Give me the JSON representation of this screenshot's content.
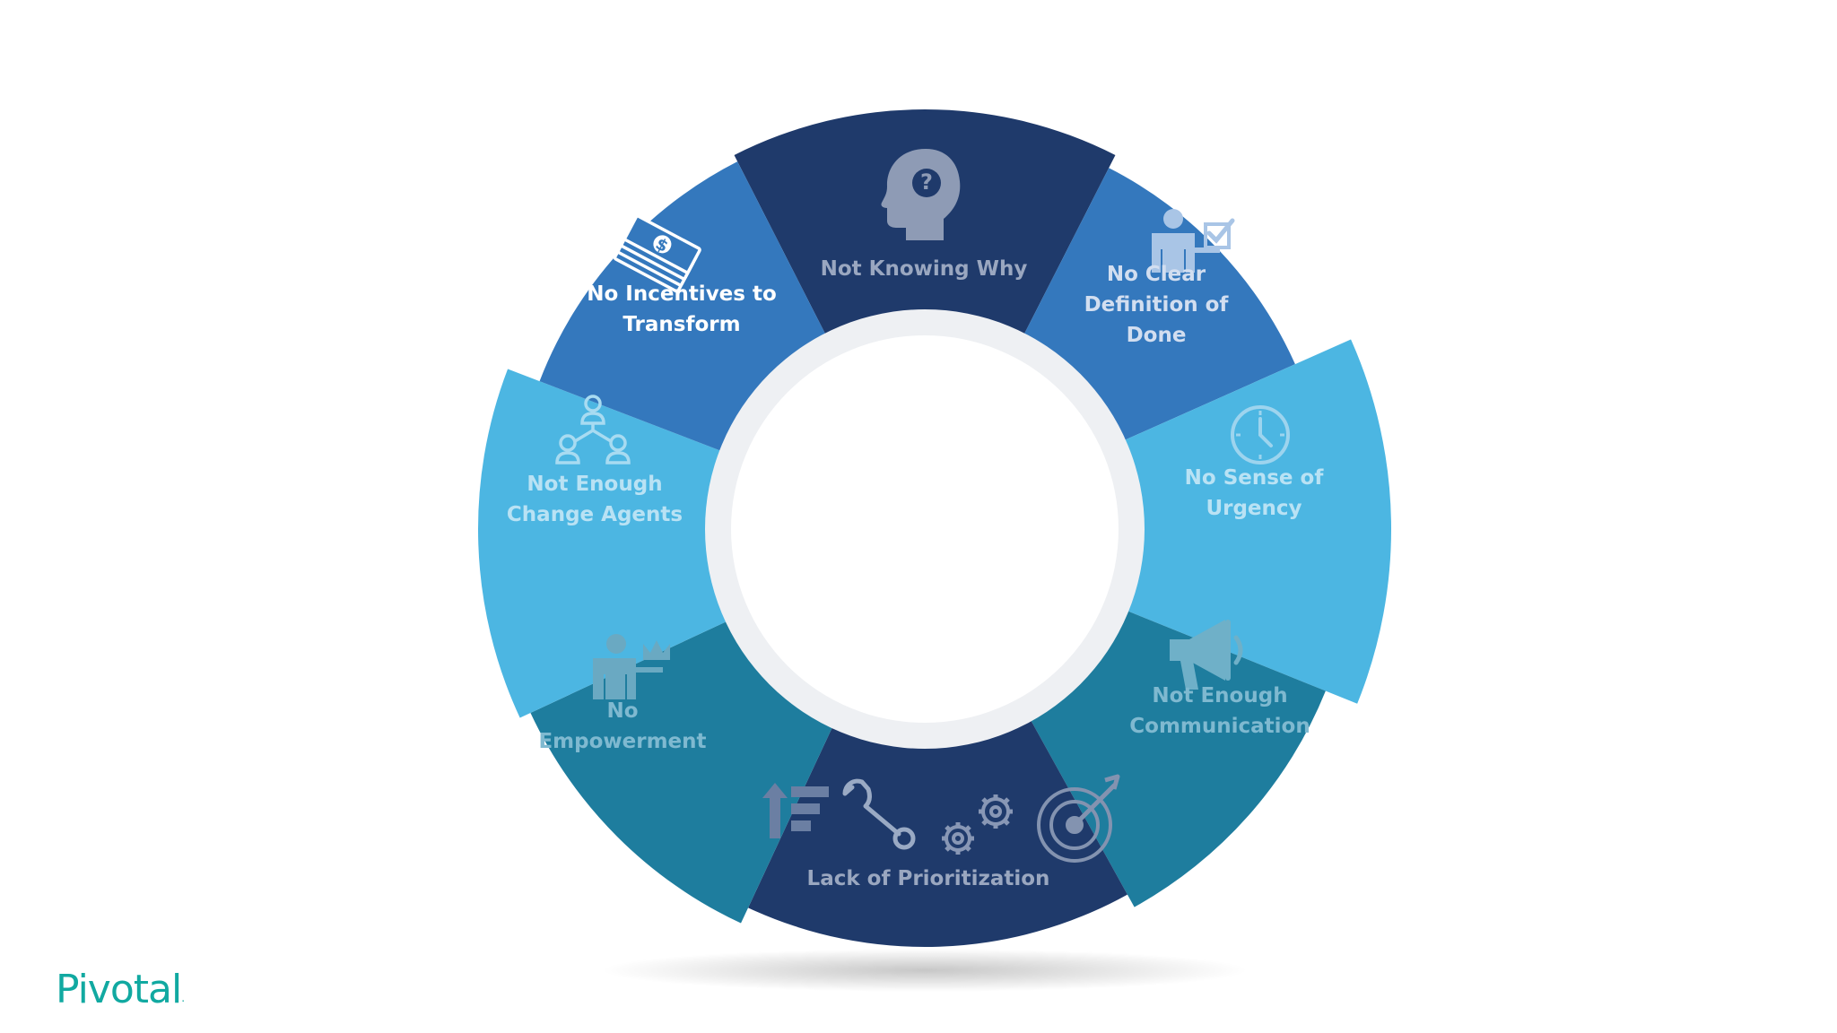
{
  "colors": {
    "navy": "#1f3a6b",
    "mid_blue": "#3478bd",
    "sky_blue": "#4cb6e2",
    "teal": "#1e7d9e",
    "ring": "#eef0f3",
    "center": "#ffffff",
    "label_navy": "#9aa7c0",
    "label_mid": "#d2def0",
    "label_mid_bright": "#ffffff",
    "label_sky": "#b9e2f4",
    "label_teal": "#7fb9d0",
    "brand": "#11a9a1"
  },
  "segments": [
    {
      "id": "not-knowing-why",
      "lines": [
        "Not Knowing Why"
      ],
      "icon": "head-question-icon"
    },
    {
      "id": "no-clear-definition-of-done",
      "lines": [
        "No Clear",
        "Definition of",
        "Done"
      ],
      "icon": "person-checkbox-icon"
    },
    {
      "id": "no-sense-of-urgency",
      "lines": [
        "No Sense of",
        "Urgency"
      ],
      "icon": "clock-icon"
    },
    {
      "id": "not-enough-communication",
      "lines": [
        "Not Enough",
        "Communication"
      ],
      "icon": "megaphone-icon"
    },
    {
      "id": "lack-of-prioritization",
      "lines": [
        "Lack of Prioritization"
      ],
      "icon": "priority-tools-target-icon"
    },
    {
      "id": "no-empowerment",
      "lines": [
        "No",
        "Empowerment"
      ],
      "icon": "person-crown-icon"
    },
    {
      "id": "not-enough-change-agents",
      "lines": [
        "Not Enough",
        "Change Agents"
      ],
      "icon": "people-network-icon"
    },
    {
      "id": "no-incentives-to-transform",
      "lines": [
        "No Incentives to",
        "Transform"
      ],
      "icon": "money-stack-icon"
    }
  ],
  "brand": {
    "name": "Pivotal",
    "mark": "."
  }
}
